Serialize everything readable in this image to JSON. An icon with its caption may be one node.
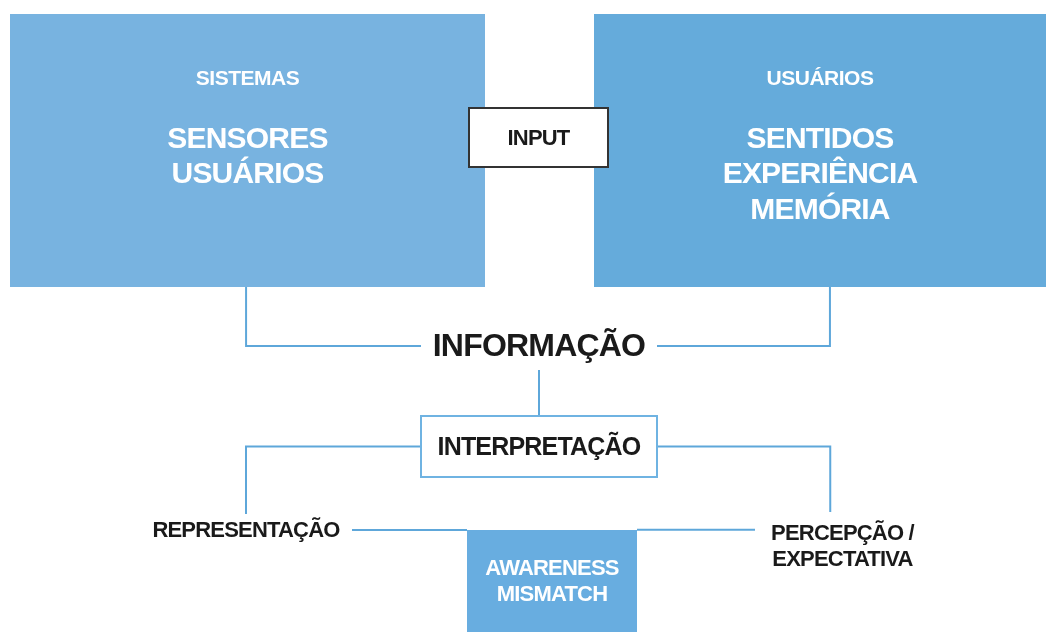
{
  "diagram": {
    "nodes": [
      {
        "text": [
          "SISTEMAS",
          "SENSORES USUÁRIOS"
        ]
      },
      {
        "text": [
          "INPUT"
        ]
      },
      {
        "text": [
          "USUÁRIOS",
          "SENTIDOS EXPERIÊNCIA MEMÓRIA"
        ]
      },
      {
        "text": [
          "INFORMAÇÃO"
        ]
      },
      {
        "text": [
          "INTERPRETAÇÃO"
        ]
      },
      {
        "text": [
          "REPRESENTAÇÃO"
        ]
      },
      {
        "text": [
          "PERCEPÇÃO / EXPECTATIVA"
        ]
      },
      {
        "text": [
          "AWARENESS MISMATCH"
        ]
      }
    ],
    "edges": [
      {
        "from": 0,
        "to": 3,
        "arrow": "none"
      },
      {
        "from": 2,
        "to": 3,
        "arrow": "none"
      },
      {
        "from": 3,
        "to": 4,
        "arrow": "none"
      },
      {
        "from": 4,
        "to": 5,
        "arrow": "none"
      },
      {
        "from": 4,
        "to": 6,
        "arrow": "none"
      },
      {
        "from": 5,
        "to": 7,
        "arrow": "none"
      },
      {
        "from": 6,
        "to": 7,
        "arrow": "none"
      }
    ]
  }
}
